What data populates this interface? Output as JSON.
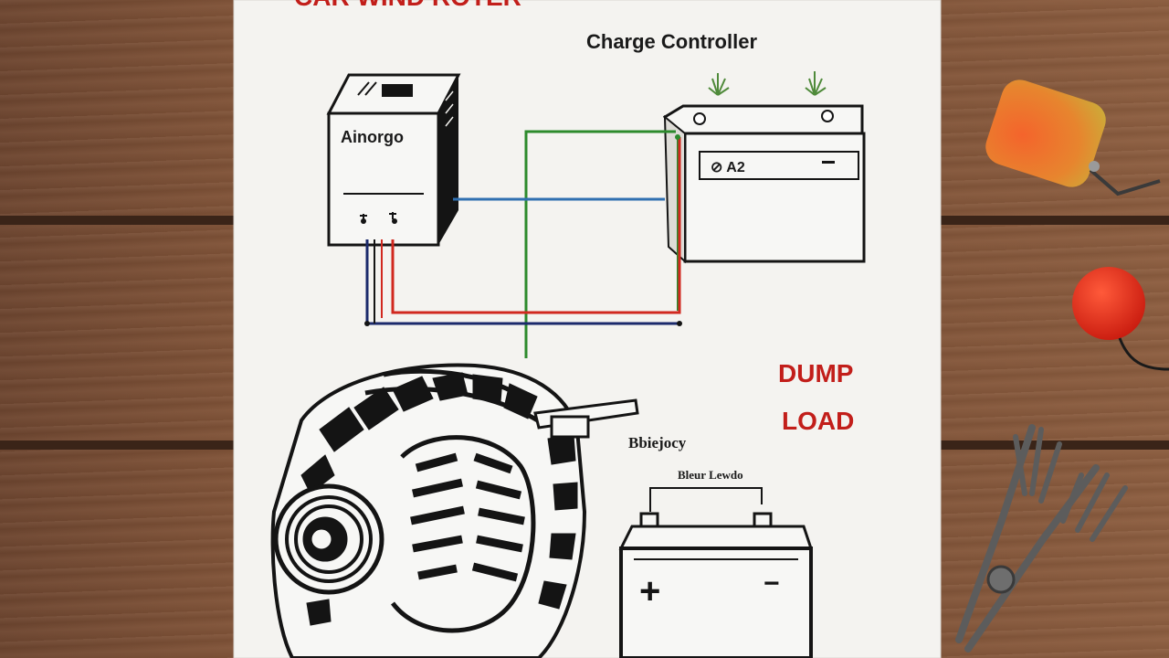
{
  "poster": {
    "title": "CAR WIND ROTER",
    "charge_controller_label": "Charge Controller",
    "controller_box_label": "Ainorgo",
    "battery_top_label": "⊘ A2",
    "dump_load_line1": "DUMP",
    "dump_load_line2": "LOAD",
    "bottom_battery_heading": "Bbiejocy",
    "bottom_battery_sub": "Bleur Lewdo",
    "battery_plus": "+",
    "battery_minus": "−"
  },
  "colors": {
    "paper": "#f4f3f0",
    "ink": "#141414",
    "wire_green": "#2c8a2c",
    "wire_blue": "#2f6fb0",
    "wire_red": "#d1281f",
    "wire_navy": "#1b2a6b",
    "accent_red": "#c21e1a"
  }
}
